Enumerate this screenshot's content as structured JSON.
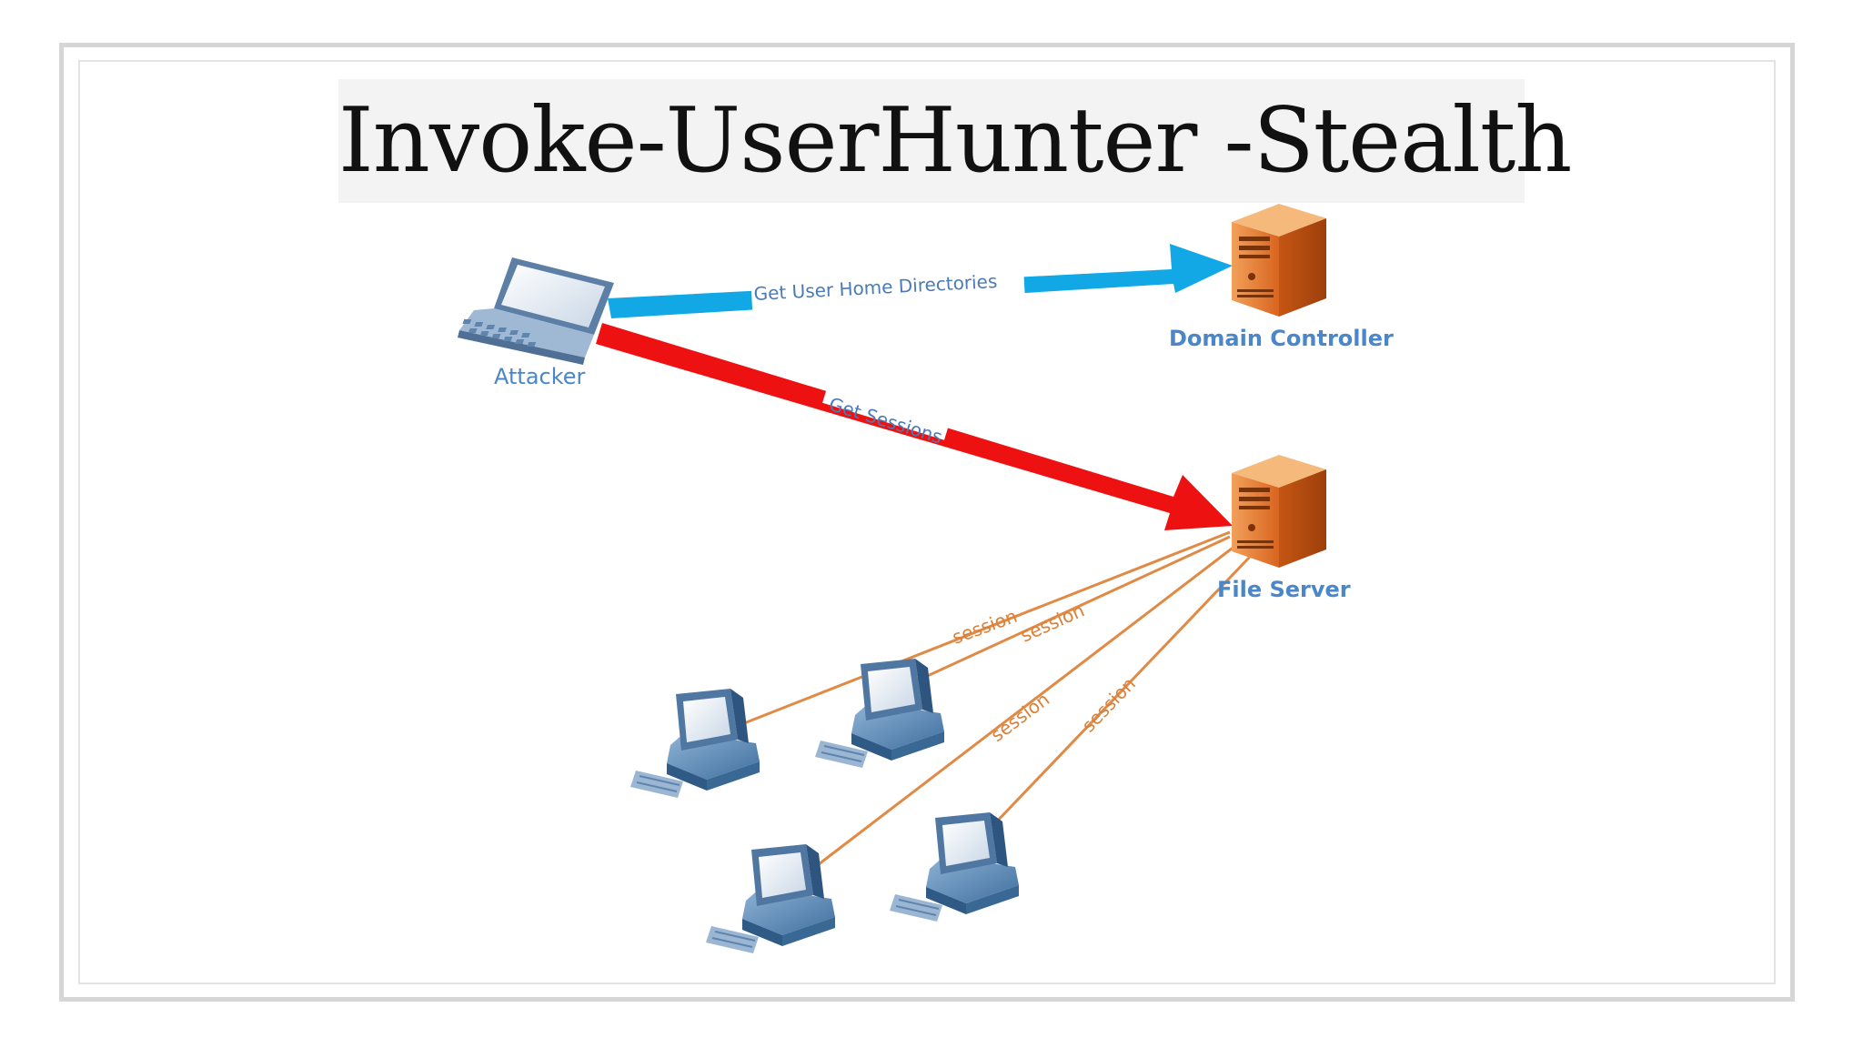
{
  "slide": {
    "title": "Invoke-UserHunter -Stealth"
  },
  "nodes": {
    "attacker": {
      "label": "Attacker",
      "icon": "laptop-icon"
    },
    "domain_controller": {
      "label": "Domain Controller",
      "icon": "server-icon"
    },
    "file_server": {
      "label": "File Server",
      "icon": "server-icon"
    },
    "workstations": [
      {
        "icon": "desktop-computer-icon"
      },
      {
        "icon": "desktop-computer-icon"
      },
      {
        "icon": "desktop-computer-icon"
      },
      {
        "icon": "desktop-computer-icon"
      }
    ]
  },
  "edges": {
    "home_dirs": {
      "label": "Get User Home Directories",
      "color": "#12a8e6"
    },
    "sessions": {
      "label": "Get Sessions",
      "color": "#ee1111"
    },
    "session_links": [
      {
        "label": "session"
      },
      {
        "label": "session"
      },
      {
        "label": "session"
      },
      {
        "label": "session"
      }
    ],
    "session_color": "#e08a45"
  }
}
